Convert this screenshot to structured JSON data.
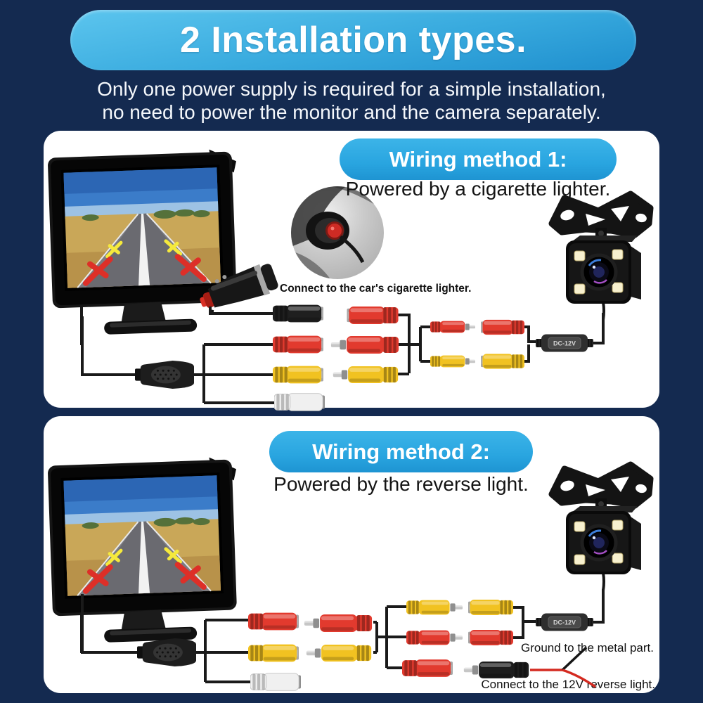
{
  "header": {
    "title": "2 Installation types.",
    "subtitle_line1": "Only one power supply is required for a simple installation,",
    "subtitle_line2": "no need to power the monitor and the camera separately."
  },
  "panels": [
    {
      "method_label": "Wiring method 1:",
      "description": "Powered by a cigarette lighter.",
      "annotation": "Connect to the car's cigarette lighter.",
      "adapter_label": "DC-12V"
    },
    {
      "method_label": "Wiring method 2:",
      "description": "Powered by the reverse light.",
      "adapter_label": "DC-12V",
      "annotation_ground": "Ground to the metal part.",
      "annotation_reverse": "Connect to the 12V reverse light."
    }
  ],
  "colors": {
    "background": "#142a50",
    "panel": "#ffffff",
    "pill_blue": "#29a5e0",
    "banner_top": "#5cc5ee",
    "banner_bottom": "#1f8fce",
    "connector_red": "#e23a2e",
    "connector_yellow": "#f1c221",
    "connector_white": "#f0f0f0",
    "connector_black": "#1f1f1f",
    "wire_black": "#1a1a1a",
    "wire_red": "#d42a20"
  }
}
